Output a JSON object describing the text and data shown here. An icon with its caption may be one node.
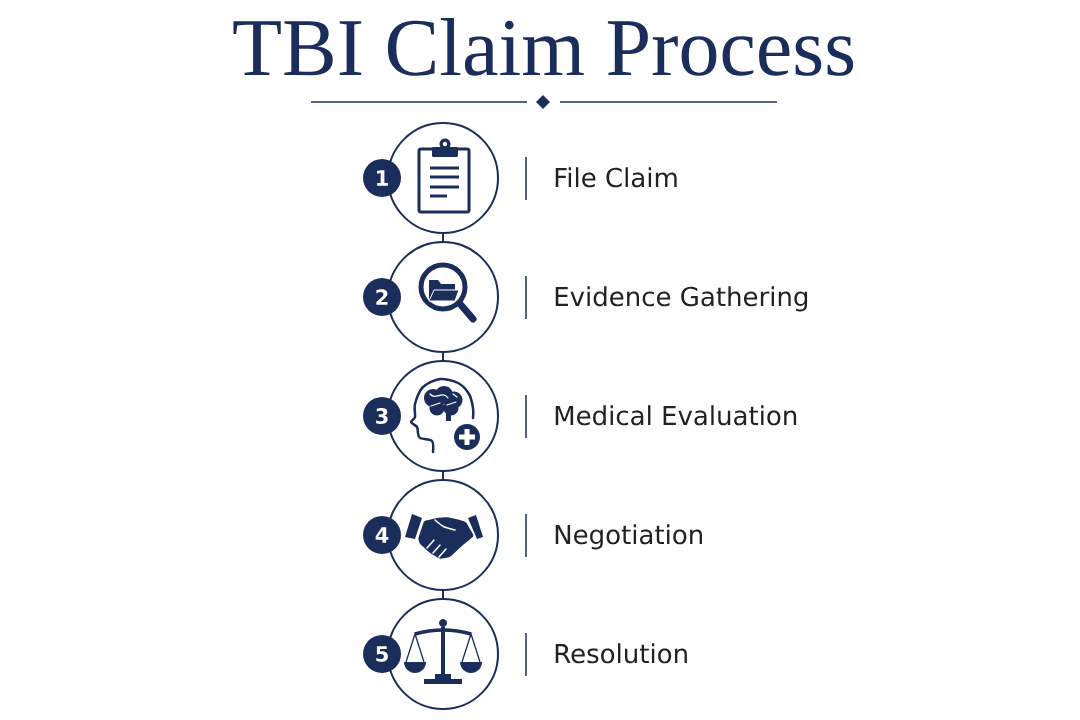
{
  "diagram": {
    "title": "TBI Claim Process",
    "nodes": [
      {
        "text": [
          "1"
        ],
        "beside": [
          "File Claim"
        ]
      },
      {
        "text": [
          "2"
        ],
        "beside": [
          "Evidence Gathering"
        ]
      },
      {
        "text": [
          "3"
        ],
        "beside": [
          "Medical Evaluation"
        ]
      },
      {
        "text": [
          "4"
        ],
        "beside": [
          "Negotiation"
        ]
      },
      {
        "text": [
          "5"
        ],
        "beside": [
          "Resolution"
        ]
      }
    ],
    "edges": [
      {
        "from": 0,
        "to": 1,
        "arrow": "none"
      },
      {
        "from": 1,
        "to": 2,
        "arrow": "none"
      },
      {
        "from": 2,
        "to": 3,
        "arrow": "none"
      },
      {
        "from": 3,
        "to": 4,
        "arrow": "none"
      }
    ]
  }
}
